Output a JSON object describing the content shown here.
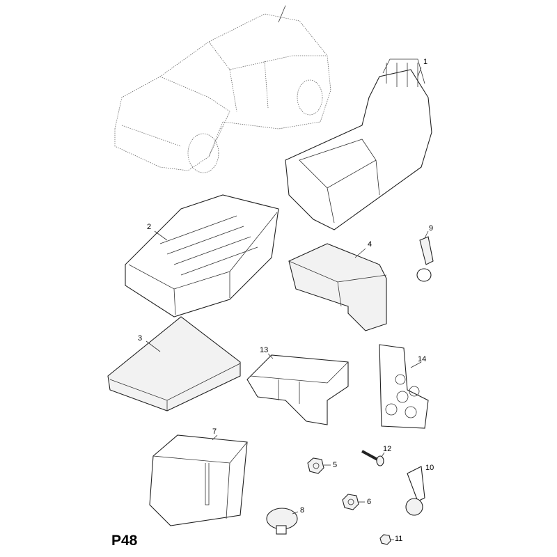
{
  "page_code": "P48",
  "callouts": [
    "1",
    "2",
    "3",
    "4",
    "5",
    "6",
    "7",
    "8",
    "9",
    "10",
    "11",
    "12",
    "13",
    "14"
  ]
}
